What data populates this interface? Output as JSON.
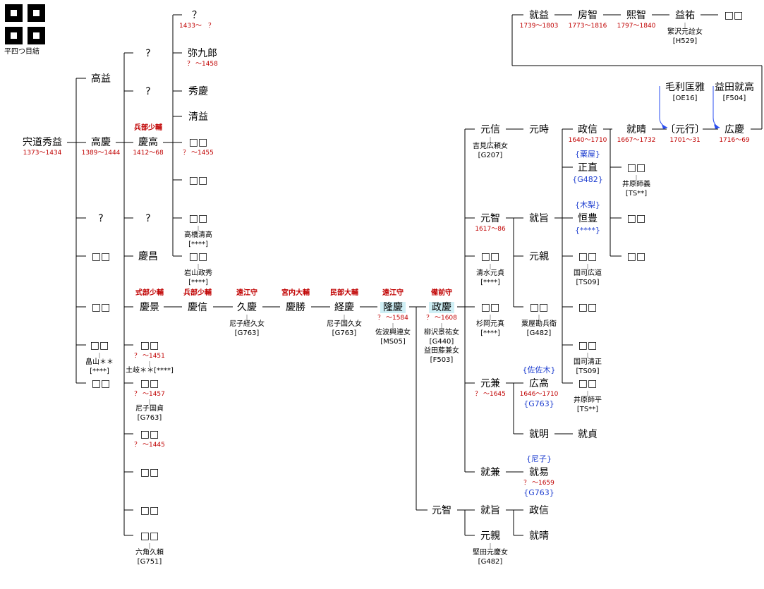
{
  "crest": {
    "icon": "hirayotsumeyui-crest-icon",
    "caption": "平四つ目結"
  },
  "nodes": [
    {
      "name": "宍道秀益",
      "years": "1373〜1434"
    },
    {
      "name": "高益"
    },
    {
      "name": "高慶",
      "years": "1389〜1444"
    },
    {
      "name": "?"
    },
    {
      "name": "□□"
    },
    {
      "name": "□□"
    },
    {
      "name": "□□",
      "spouse": "畠山＊＊",
      "ref": "[****]"
    },
    {
      "name": "□□"
    },
    {
      "name": "?"
    },
    {
      "name": "?"
    },
    {
      "name": "慶高",
      "title": "兵部少輔",
      "years": "1412〜68"
    },
    {
      "name": "?"
    },
    {
      "name": "慶昌"
    },
    {
      "name": "慶景",
      "title": "式部少輔"
    },
    {
      "name": "□□",
      "years": "？ 〜1451",
      "spouse": "土岐＊＊[****]"
    },
    {
      "name": "□□",
      "years": "？ 〜1457",
      "spouse": "尼子国貞",
      "ref": "[G763]"
    },
    {
      "name": "□□",
      "years": "？ 〜1445"
    },
    {
      "name": "□□"
    },
    {
      "name": "□□"
    },
    {
      "name": "□□",
      "spouse": "六角久頼",
      "ref": "[G751]"
    },
    {
      "name": "？",
      "years": "1433〜　？"
    },
    {
      "name": "弥九郎",
      "years": "？ 〜1458"
    },
    {
      "name": "秀慶"
    },
    {
      "name": "清益"
    },
    {
      "name": "□□",
      "years": "？ 〜1455"
    },
    {
      "name": "□□"
    },
    {
      "name": "□□",
      "spouse": "高橋清高",
      "ref": "[****]"
    },
    {
      "name": "□□",
      "spouse": "岩山政秀",
      "ref": "[****]"
    },
    {
      "name": "慶信",
      "title": "兵部少輔"
    },
    {
      "name": "久慶",
      "title": "遠江守",
      "spouse": "尼子経久女",
      "ref": "[G763]"
    },
    {
      "name": "慶勝",
      "title": "宮内大輔"
    },
    {
      "name": "経慶",
      "title": "民部大輔",
      "spouse": "尼子国久女",
      "ref": "[G763]"
    },
    {
      "name": "隆慶",
      "title": "遠江守",
      "years": "？ 〜1584",
      "spouse": "佐波興連女",
      "ref": "[MS05]"
    },
    {
      "name": "政慶",
      "title": "備前守",
      "years": "？ 〜1608",
      "spouse": "柳沢景祐女",
      "ref": "[G440]",
      "spouse2": "益田藤兼女",
      "ref2": "[F503]"
    },
    {
      "name": "元信",
      "spouse": "吉見広頼女",
      "ref": "[G207]"
    },
    {
      "name": "元智",
      "years": "1617〜86"
    },
    {
      "name": "□□",
      "spouse": "清水元貞",
      "ref": "[****]"
    },
    {
      "name": "□□",
      "spouse": "杉岡元真",
      "ref": "[****]"
    },
    {
      "name": "元兼",
      "years": "？ 〜1645"
    },
    {
      "name": "就兼"
    },
    {
      "name": "元智"
    },
    {
      "name": "元時"
    },
    {
      "name": "就旨"
    },
    {
      "name": "元親"
    },
    {
      "name": "□□",
      "spouse": "粟屋勘兵衛",
      "ref": "[G482]"
    },
    {
      "name": "広高",
      "adopt": "{佐佐木}",
      "years": "1646〜1710",
      "ref": "{G763}"
    },
    {
      "name": "就明"
    },
    {
      "name": "就貞"
    },
    {
      "name": "就易",
      "adopt": "{尼子}",
      "years": "？ 〜1659",
      "ref": "{G763}"
    },
    {
      "name": "就旨"
    },
    {
      "name": "元親",
      "spouse": "堅田元慶女",
      "ref": "[G482]"
    },
    {
      "name": "政信"
    },
    {
      "name": "就晴"
    },
    {
      "name": "政信",
      "years": "1640〜1710"
    },
    {
      "name": "正直",
      "adopt": "{粟屋}",
      "ref": "{G482}"
    },
    {
      "name": "恒豊",
      "adopt": "{木梨}",
      "ref": "{****}"
    },
    {
      "name": "□□",
      "spouse": "国司広道",
      "ref": "[TS09]"
    },
    {
      "name": "□□"
    },
    {
      "name": "□□",
      "spouse": "国司清正",
      "ref": "[TS09]"
    },
    {
      "name": "□□",
      "spouse": "井原師平",
      "ref": "[TS**]"
    },
    {
      "name": "就晴",
      "years": "1667〜1732"
    },
    {
      "name": "□□",
      "spouse": "井原師義",
      "ref": "[TS**]"
    },
    {
      "name": "□□"
    },
    {
      "name": "□□"
    },
    {
      "name": "〔元行〕",
      "years": "1701〜31"
    },
    {
      "name": "広慶",
      "years": "1716〜69"
    },
    {
      "name": "毛利匡雅",
      "ref": "[OE16]"
    },
    {
      "name": "益田就高",
      "ref": "[F504]"
    },
    {
      "name": "就益",
      "years": "1739〜1803"
    },
    {
      "name": "房智",
      "years": "1773〜1816"
    },
    {
      "name": "熙智",
      "years": "1797〜1840"
    },
    {
      "name": "益祐",
      "spouse": "繁沢元詮女",
      "ref": "[H529]"
    },
    {
      "name": "□□"
    }
  ]
}
